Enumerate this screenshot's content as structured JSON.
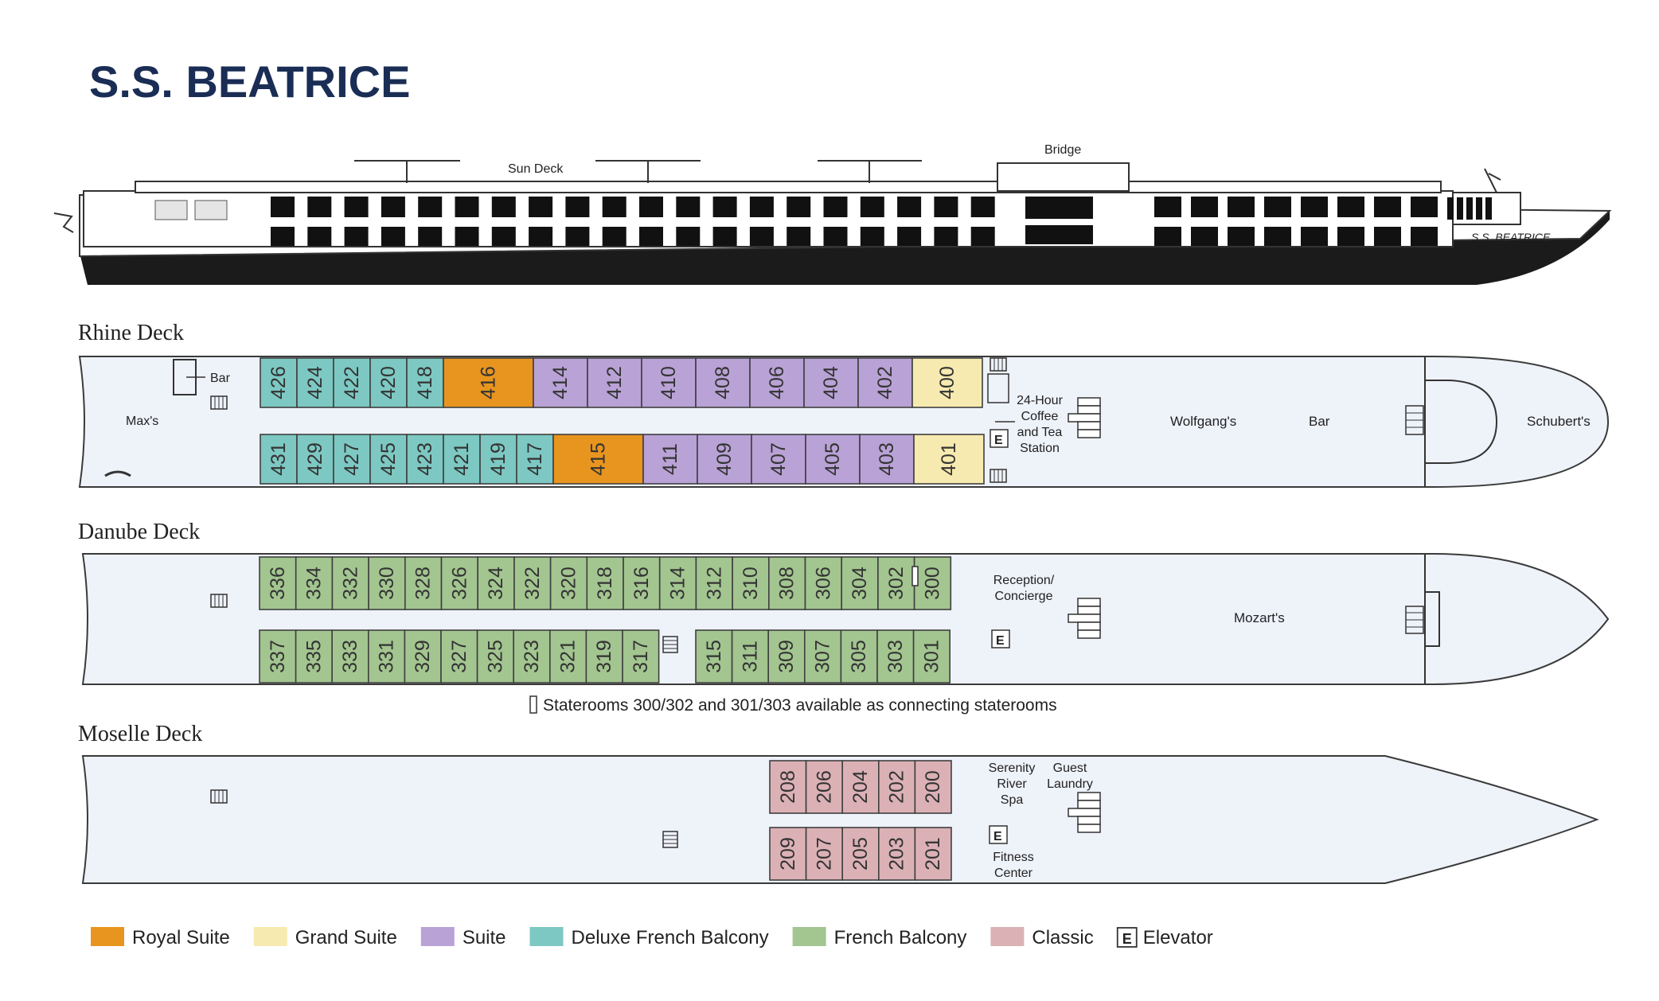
{
  "title": "S.S. BEATRICE",
  "profile": {
    "sun_deck_label": "Sun Deck",
    "bridge_label": "Bridge",
    "hull_name": "S.S. BEATRICE"
  },
  "colors": {
    "royal": "#e8951f",
    "grand": "#f7eab0",
    "suite": "#b9a2d6",
    "deluxe": "#7dc8c2",
    "french": "#a3c590",
    "classic": "#dbb1b6",
    "hull": "#eef2f9",
    "title": "#1a2d55"
  },
  "decks": {
    "rhine": {
      "name": "Rhine Deck",
      "labels": {
        "maxs": "Max's",
        "bar_aft": "Bar",
        "coffee": [
          "24-Hour",
          "Coffee",
          "and Tea",
          "Station"
        ],
        "wolfgangs": "Wolfgang's",
        "bar_fwd": "Bar",
        "schuberts": "Schubert's",
        "elevator": "E"
      },
      "top_row": [
        {
          "n": "426",
          "c": "deluxe"
        },
        {
          "n": "424",
          "c": "deluxe"
        },
        {
          "n": "422",
          "c": "deluxe"
        },
        {
          "n": "420",
          "c": "deluxe"
        },
        {
          "n": "418",
          "c": "deluxe"
        },
        {
          "n": "416",
          "c": "royal"
        },
        {
          "n": "414",
          "c": "suite"
        },
        {
          "n": "412",
          "c": "suite"
        },
        {
          "n": "410",
          "c": "suite"
        },
        {
          "n": "408",
          "c": "suite"
        },
        {
          "n": "406",
          "c": "suite"
        },
        {
          "n": "404",
          "c": "suite"
        },
        {
          "n": "402",
          "c": "suite"
        },
        {
          "n": "400",
          "c": "grand"
        }
      ],
      "bottom_row": [
        {
          "n": "431",
          "c": "deluxe"
        },
        {
          "n": "429",
          "c": "deluxe"
        },
        {
          "n": "427",
          "c": "deluxe"
        },
        {
          "n": "425",
          "c": "deluxe"
        },
        {
          "n": "423",
          "c": "deluxe"
        },
        {
          "n": "421",
          "c": "deluxe"
        },
        {
          "n": "419",
          "c": "deluxe"
        },
        {
          "n": "417",
          "c": "deluxe"
        },
        {
          "n": "415",
          "c": "royal"
        },
        {
          "n": "411",
          "c": "suite"
        },
        {
          "n": "409",
          "c": "suite"
        },
        {
          "n": "407",
          "c": "suite"
        },
        {
          "n": "405",
          "c": "suite"
        },
        {
          "n": "403",
          "c": "suite"
        },
        {
          "n": "401",
          "c": "grand"
        }
      ]
    },
    "danube": {
      "name": "Danube Deck",
      "labels": {
        "reception": [
          "Reception/",
          "Concierge"
        ],
        "mozarts": "Mozart's",
        "elevator": "E"
      },
      "top_row": [
        "336",
        "334",
        "332",
        "330",
        "328",
        "326",
        "324",
        "322",
        "320",
        "318",
        "316",
        "314",
        "312",
        "310",
        "308",
        "306",
        "304",
        "302",
        "300"
      ],
      "bottom_row_aft": [
        "337",
        "335",
        "333",
        "331",
        "329",
        "327",
        "325",
        "323",
        "321",
        "319",
        "317"
      ],
      "bottom_row_fwd": [
        "315",
        "311",
        "309",
        "307",
        "305",
        "303",
        "301"
      ],
      "note": "Staterooms 300/302 and 301/303 available as connecting staterooms"
    },
    "moselle": {
      "name": "Moselle Deck",
      "labels": {
        "spa": [
          "Serenity",
          "River",
          "Spa"
        ],
        "laundry": [
          "Guest",
          "Laundry"
        ],
        "fitness": [
          "Fitness",
          "Center"
        ],
        "elevator": "E"
      },
      "top_row": [
        "208",
        "206",
        "204",
        "202",
        "200"
      ],
      "bottom_row": [
        "209",
        "207",
        "205",
        "203",
        "201"
      ]
    }
  },
  "legend": [
    {
      "label": "Royal Suite",
      "c": "royal"
    },
    {
      "label": "Grand Suite",
      "c": "grand"
    },
    {
      "label": "Suite",
      "c": "suite"
    },
    {
      "label": "Deluxe French Balcony",
      "c": "deluxe"
    },
    {
      "label": "French Balcony",
      "c": "french"
    },
    {
      "label": "Classic",
      "c": "classic"
    },
    {
      "label": "Elevator",
      "c": "elevator",
      "symbol": "E"
    }
  ]
}
